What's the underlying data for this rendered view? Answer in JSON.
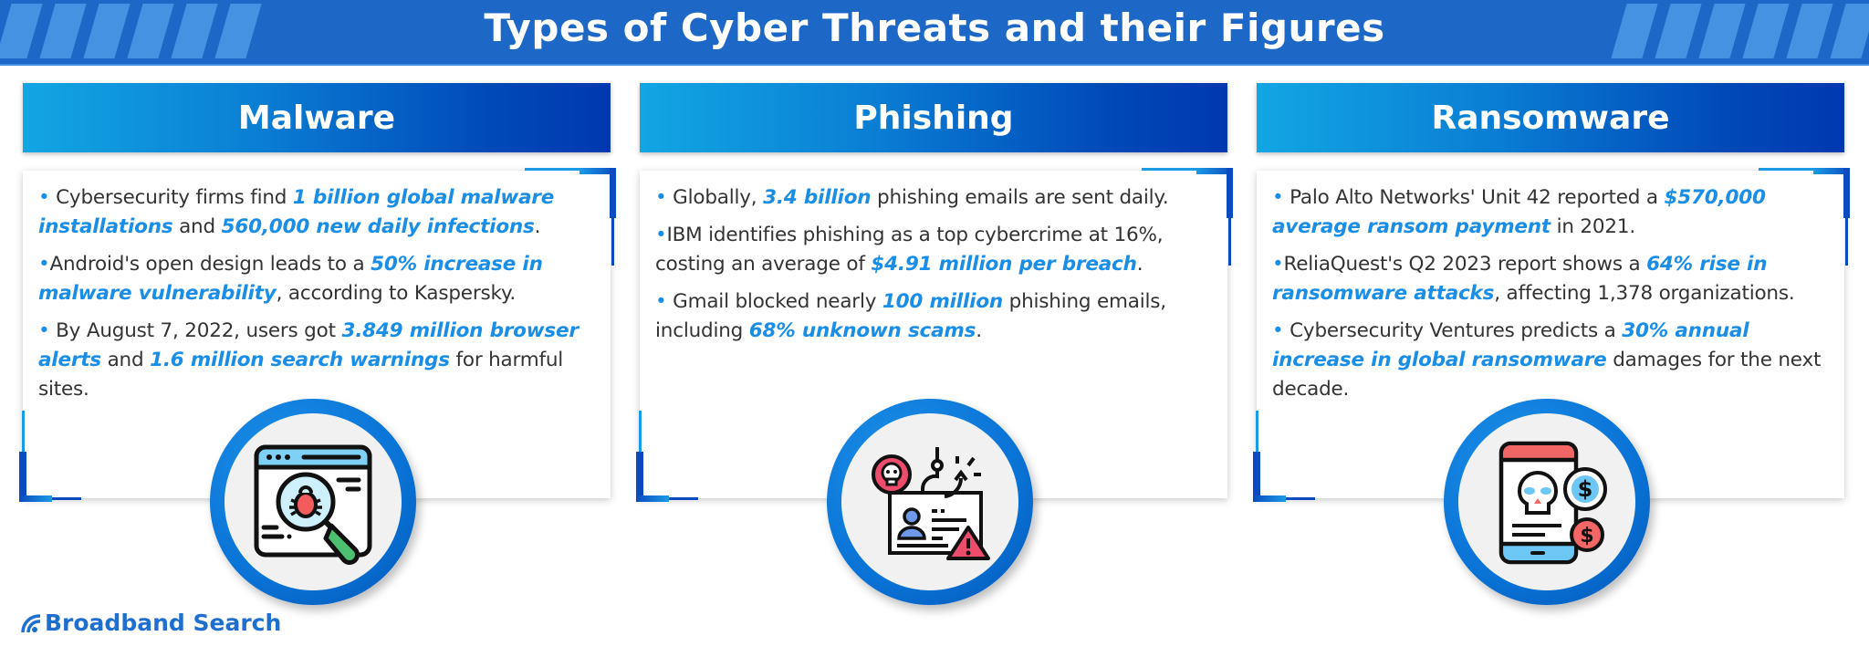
{
  "header": {
    "title": "Types of Cyber Threats and their Figures",
    "brand_color": "#1d68c6",
    "stripe_color": "#4592e3"
  },
  "cards": [
    {
      "title": "Malware",
      "icon": "browser-bug-magnifier-icon",
      "bullets": [
        {
          "parts": [
            "• ",
            "Cybersecurity firms find ",
            "1 billion global malware installations",
            " and ",
            "560,000 new daily infections",
            "."
          ]
        },
        {
          "parts": [
            "•",
            "Android's open design leads to a ",
            "50% increase in malware vulnerability",
            ", according to Kaspersky.",
            "",
            ""
          ]
        },
        {
          "parts": [
            "• ",
            "By August 7, 2022, users got ",
            "3.849 million browser alerts",
            " and ",
            "1.6 million search warnings",
            " for harmful sites."
          ]
        }
      ]
    },
    {
      "title": "Phishing",
      "icon": "phishing-hook-id-card-icon",
      "bullets": [
        {
          "parts": [
            "• ",
            "Globally, ",
            "3.4 billion",
            " phishing emails are sent daily.",
            "",
            ""
          ]
        },
        {
          "parts": [
            "•",
            "IBM identifies phishing as a top cybercrime at 16%, costing an average of ",
            "$4.91 million per breach",
            ".",
            "",
            ""
          ]
        },
        {
          "parts": [
            "• ",
            "Gmail blocked nearly ",
            "100 million",
            " phishing emails, including ",
            "68% unknown scams",
            "."
          ]
        }
      ]
    },
    {
      "title": "Ransomware",
      "icon": "phone-skull-dollar-icon",
      "bullets": [
        {
          "parts": [
            "• ",
            "Palo Alto Networks' Unit 42 reported a ",
            "$570,000 average ransom payment",
            " in 2021.",
            "",
            ""
          ]
        },
        {
          "parts": [
            "•",
            "ReliaQuest's Q2 2023 report shows a ",
            "64% rise in ransomware attacks",
            ", affecting 1,378 organizations.",
            "",
            ""
          ]
        },
        {
          "parts": [
            "• ",
            "Cybersecurity Ventures predicts a ",
            "30% annual increase in global ransomware",
            " damages for the next decade.",
            "",
            ""
          ]
        }
      ]
    }
  ],
  "footer": {
    "logo_text": "Broadband Search",
    "logo_color": "#1e6fd0"
  },
  "colors": {
    "highlight": "#1a8ee6",
    "body_text": "#333333",
    "header_gradient_start": "#12a6e3",
    "header_gradient_end": "#0038b0"
  }
}
